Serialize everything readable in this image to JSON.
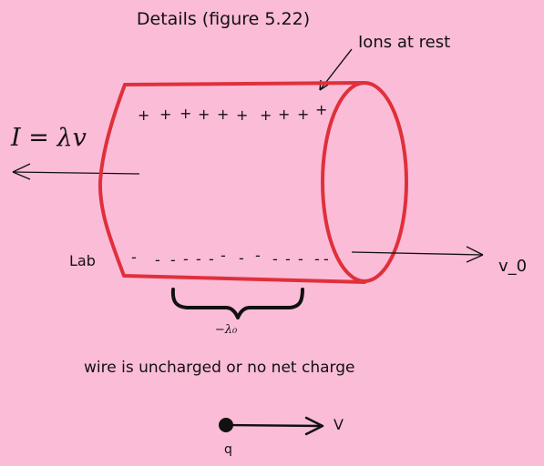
{
  "title": "Details (figure 5.22)",
  "annotations": {
    "ions_label": "Ions at rest",
    "current_label": "I = λv",
    "lab_label": "Lab",
    "velocity_label": "v_0",
    "lambda_label": "−λ₀",
    "wire_note": "wire is uncharged or no net charge",
    "charge_label": "q",
    "charge_velocity_label": "V"
  },
  "symbols": {
    "positive": "+",
    "negative": "-"
  },
  "colors": {
    "background": "#fbbcd8",
    "wire": "#e0303a",
    "ink": "#111111"
  }
}
